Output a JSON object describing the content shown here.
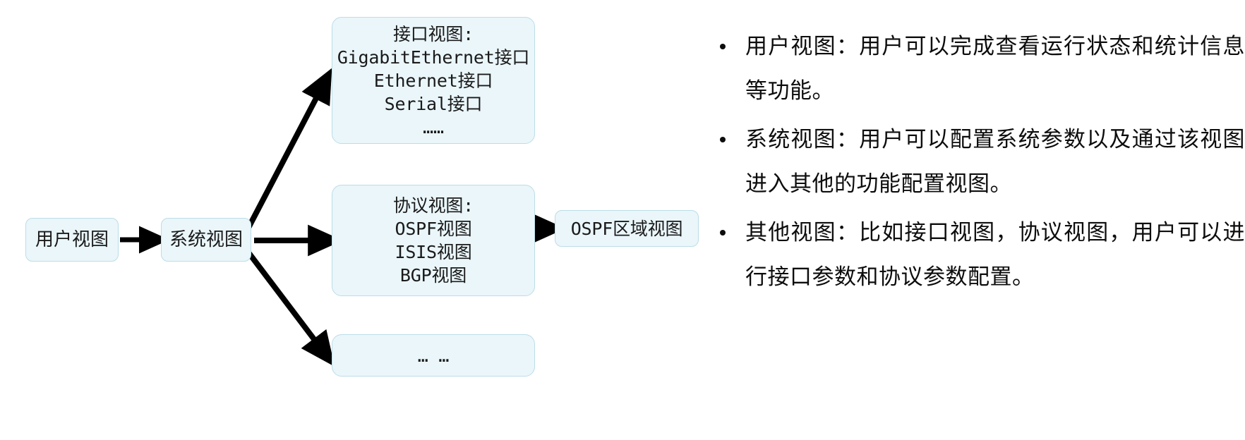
{
  "diagram": {
    "nodes": {
      "user_view": {
        "label": "用户视图"
      },
      "system_view": {
        "label": "系统视图"
      },
      "interface_view": {
        "lines": [
          "接口视图:",
          "GigabitEthernet接口",
          "Ethernet接口",
          "Serial接口",
          "……"
        ]
      },
      "protocol_view": {
        "lines": [
          "协议视图:",
          "OSPF视图",
          "ISIS视图",
          "BGP视图"
        ]
      },
      "other_view": {
        "label": "… …"
      },
      "ospf_area_view": {
        "label": "OSPF区域视图"
      }
    },
    "colors": {
      "node_fill": "#eaf6fa",
      "node_border": "#bcdde8",
      "arrow": "#000000",
      "text": "#1a1a1a"
    }
  },
  "notes": {
    "bullets": [
      "用户视图：用户可以完成查看运行状态和统计信息等功能。",
      "系统视图：用户可以配置系统参数以及通过该视图进入其他的功能配置视图。",
      "其他视图：比如接口视图，协议视图，用户可以进行接口参数和协议参数配置。"
    ]
  }
}
